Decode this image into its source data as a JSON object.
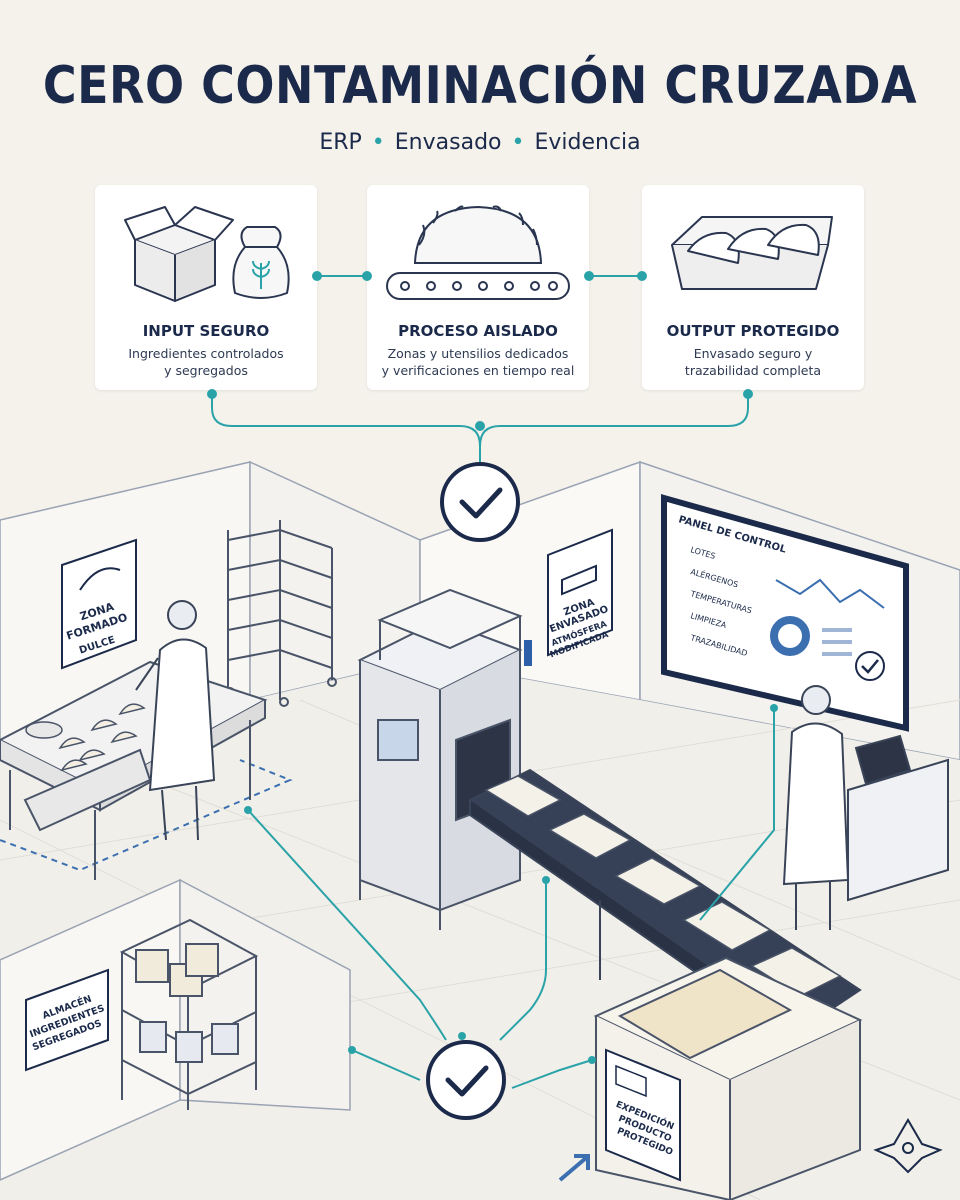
{
  "header": {
    "title": "CERO CONTAMINACIÓN CRUZADA",
    "subtitle_items": [
      "ERP",
      "Envasado",
      "Evidencia"
    ]
  },
  "cards": [
    {
      "title": "INPUT SEGURO",
      "line1": "Ingredientes controlados",
      "line2": "y segregados"
    },
    {
      "title": "PROCESO AISLADO",
      "line1": "Zonas y utensilios dedicados",
      "line2": "y verificaciones en tiempo real"
    },
    {
      "title": "OUTPUT PROTEGIDO",
      "line1": "Envasado seguro y",
      "line2": "trazabilidad completa"
    }
  ],
  "signs": {
    "zona_formado": [
      "ZONA",
      "FORMADO",
      "DULCE"
    ],
    "zona_envasado": [
      "ZONA",
      "ENVASADO",
      "ATMÓSFERA",
      "MODIFICADA"
    ],
    "almacen": [
      "ALMACÉN",
      "INGREDIENTES",
      "SEGREGADOS"
    ],
    "expedicion": [
      "EXPEDICIÓN",
      "PRODUCTO",
      "PROTEGIDO"
    ]
  },
  "control_panel": {
    "title": "PANEL DE CONTROL",
    "items": [
      "LOTES",
      "ALÉRGENOS",
      "TEMPERATURAS",
      "LIMPIEZA",
      "TRAZABILIDAD"
    ]
  },
  "colors": {
    "navy": "#1b2a4a",
    "teal": "#2aa3a8",
    "background": "#f5f2ec"
  }
}
